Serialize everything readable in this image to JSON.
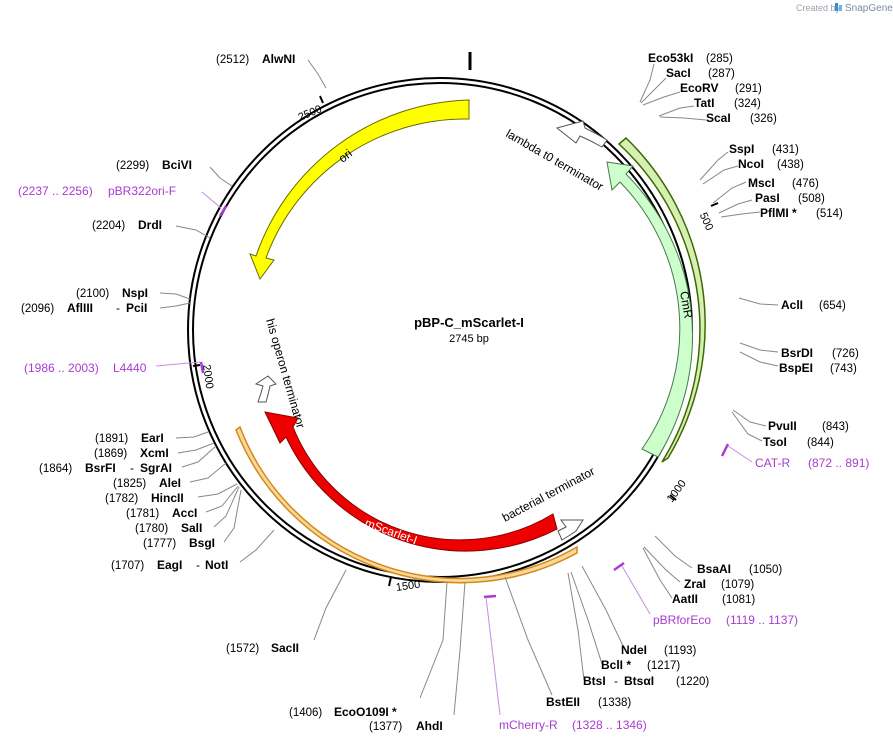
{
  "branding": {
    "created_by": "Created by",
    "product": "SnapGene"
  },
  "plasmid": {
    "name": "pBP-C_mScarlet-I",
    "length_label": "2745 bp"
  },
  "features": [
    {
      "name": "ori",
      "color": "#ffff00"
    },
    {
      "name": "lambda t0 terminator",
      "color": "#ffffff"
    },
    {
      "name": "CmR",
      "color": "#ccffcc"
    },
    {
      "name": "his operon terminator",
      "color": "#ffffff"
    },
    {
      "name": "mScarlet-I",
      "color": "#ff0000"
    },
    {
      "name": "bacterial terminator",
      "color": "#ffffff"
    }
  ],
  "ticks": [
    "500",
    "1000",
    "1500",
    "2000",
    "2500"
  ],
  "sites": [
    {
      "id": "alwni",
      "name": "AlwNI",
      "pos": "(2512)"
    },
    {
      "id": "bcivi",
      "name": "BciVI",
      "pos": "(2299)"
    },
    {
      "id": "drdi",
      "name": "DrdI",
      "pos": "(2204)"
    },
    {
      "id": "nspi",
      "name": "NspI",
      "pos": "(2100)"
    },
    {
      "id": "aflIII",
      "name": "AflIII",
      "pos": "(2096)",
      "name2": "PciI"
    },
    {
      "id": "eari",
      "name": "EarI",
      "pos": "(1891)"
    },
    {
      "id": "xcmi",
      "name": "XcmI",
      "pos": "(1869)"
    },
    {
      "id": "bsrfi",
      "name": "BsrFI",
      "pos": "(1864)",
      "name2": "SgrAI"
    },
    {
      "id": "alei",
      "name": "AleI",
      "pos": "(1825)"
    },
    {
      "id": "hincii",
      "name": "HincII",
      "pos": "(1782)"
    },
    {
      "id": "acci",
      "name": "AccI",
      "pos": "(1781)"
    },
    {
      "id": "sali",
      "name": "SalI",
      "pos": "(1780)"
    },
    {
      "id": "bsgi",
      "name": "BsgI",
      "pos": "(1777)"
    },
    {
      "id": "eagi",
      "name": "EagI",
      "pos": "(1707)",
      "name2": "NotI"
    },
    {
      "id": "sacii",
      "name": "SacII",
      "pos": "(1572)"
    },
    {
      "id": "eco0109i",
      "name": "EcoO109I *",
      "pos": "(1406)"
    },
    {
      "id": "ahdi",
      "name": "AhdI",
      "pos": "(1377)"
    },
    {
      "id": "eco53ki",
      "name": "Eco53kI",
      "pos": "(285)"
    },
    {
      "id": "saci",
      "name": "SacI",
      "pos": "(287)"
    },
    {
      "id": "ecorv",
      "name": "EcoRV",
      "pos": "(291)"
    },
    {
      "id": "tati",
      "name": "TatI",
      "pos": "(324)"
    },
    {
      "id": "scai",
      "name": "ScaI",
      "pos": "(326)"
    },
    {
      "id": "sspi",
      "name": "SspI",
      "pos": "(431)"
    },
    {
      "id": "ncoi",
      "name": "NcoI",
      "pos": "(438)"
    },
    {
      "id": "msci",
      "name": "MscI",
      "pos": "(476)"
    },
    {
      "id": "pasi",
      "name": "PasI",
      "pos": "(508)"
    },
    {
      "id": "pflmi",
      "name": "PflMI *",
      "pos": "(514)"
    },
    {
      "id": "acli",
      "name": "AclI",
      "pos": "(654)"
    },
    {
      "id": "bsrdi",
      "name": "BsrDI",
      "pos": "(726)"
    },
    {
      "id": "bspei",
      "name": "BspEI",
      "pos": "(743)"
    },
    {
      "id": "pvuii",
      "name": "PvuII",
      "pos": "(843)"
    },
    {
      "id": "tsoi",
      "name": "TsoI",
      "pos": "(844)"
    },
    {
      "id": "bsaai",
      "name": "BsaAI",
      "pos": "(1050)"
    },
    {
      "id": "zrai",
      "name": "ZraI",
      "pos": "(1079)"
    },
    {
      "id": "aatii",
      "name": "AatII",
      "pos": "(1081)"
    },
    {
      "id": "ndei",
      "name": "NdeI",
      "pos": "(1193)"
    },
    {
      "id": "bcli",
      "name": "BclI *",
      "pos": "(1217)"
    },
    {
      "id": "btsi",
      "name": "BtsI",
      "pos": "(1220)",
      "name2": "BtsαI"
    },
    {
      "id": "bsteii",
      "name": "BstEII",
      "pos": "(1338)"
    }
  ],
  "primers": [
    {
      "id": "pbr322ori",
      "name": "pBR322ori-F",
      "range": "(2237 .. 2256)"
    },
    {
      "id": "l4440",
      "name": "L4440",
      "range": "(1986 .. 2003)"
    },
    {
      "id": "catr",
      "name": "CAT-R",
      "range": "(872 .. 891)"
    },
    {
      "id": "pbrforeco",
      "name": "pBRforEco",
      "range": "(1119 .. 1137)"
    },
    {
      "id": "mcherryr",
      "name": "mCherry-R",
      "range": "(1328 .. 1346)"
    }
  ]
}
